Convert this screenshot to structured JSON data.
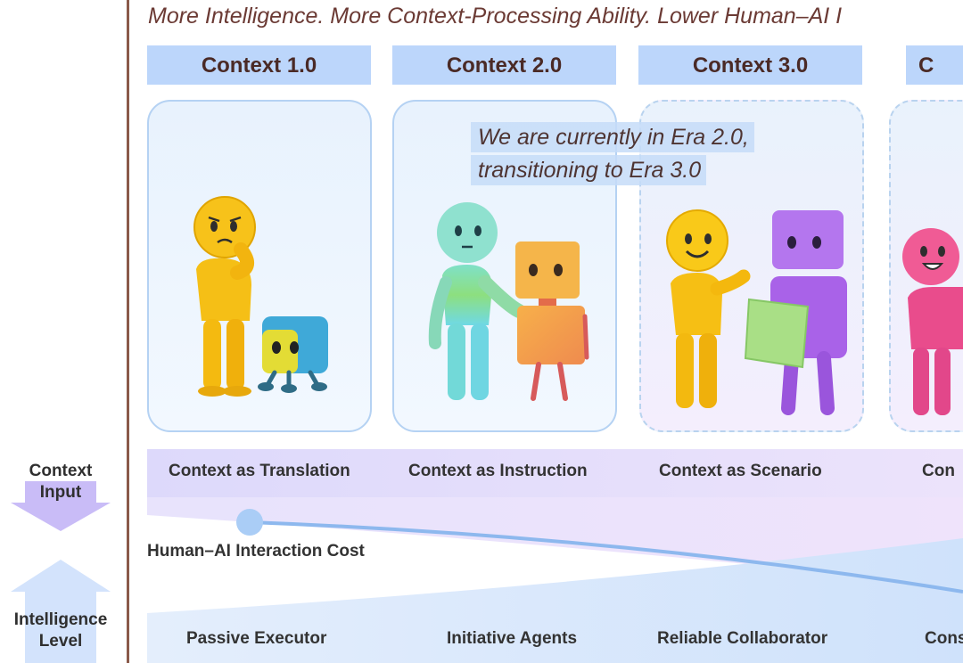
{
  "banner": "More Intelligence. More Context-Processing Ability. Lower Human–AI I",
  "eras": [
    {
      "title": "Context 1.0",
      "context_role": "Context as Translation",
      "intelligence": "Passive Executor"
    },
    {
      "title": "Context 2.0",
      "context_role": "Context as Instruction",
      "intelligence": "Initiative Agents"
    },
    {
      "title": "Context 3.0",
      "context_role": "Context as Scenario",
      "intelligence": "Reliable Collaborator"
    },
    {
      "title": "C",
      "context_role": "Con",
      "intelligence": "Cons"
    }
  ],
  "callout": {
    "line1": "We are currently  in Era 2.0,",
    "line2": "transitioning to Era 3.0"
  },
  "side_labels": {
    "context_input": "Context Input",
    "intelligence_level": "Intelligence Level"
  },
  "cost_label": "Human–AI Interaction Cost",
  "colors": {
    "header_fill": "#bcd6fb",
    "banner_text": "#6b3a34",
    "context_band": "#ddd9fb",
    "cost_line": "#8db8ee",
    "arrow_purple": "#c4b7f6",
    "arrow_blue": "#cfe0fb"
  }
}
